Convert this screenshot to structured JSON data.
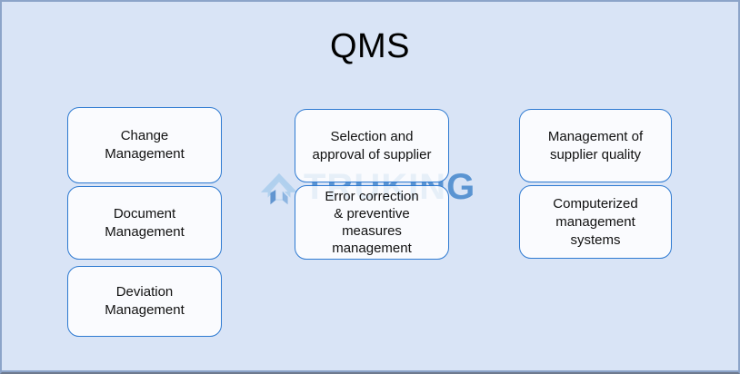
{
  "title": "QMS",
  "watermark": {
    "text": "TRUKING",
    "icon": "truking-logo",
    "color": "#2874c4"
  },
  "colors": {
    "page_background": "#d9e4f6",
    "frame_border": "#8ca4c9",
    "frame_border_bottom": "#6e7a8e",
    "box_border": "#2e7ad1",
    "box_fill": "#ffffff",
    "title_text": "#000000",
    "box_text": "#111111",
    "watermark_blue": "#2874c4",
    "watermark_light_blue": "#aecfed"
  },
  "columns": [
    {
      "name": "left",
      "boxes": [
        {
          "label": "Change\nManagement"
        },
        {
          "label": "Document\nManagement"
        },
        {
          "label": "Deviation\nManagement"
        }
      ]
    },
    {
      "name": "middle",
      "boxes": [
        {
          "label": "Selection and\napproval of supplier"
        },
        {
          "label": "Error correction\n& preventive\nmeasures\nmanagement"
        }
      ]
    },
    {
      "name": "right",
      "boxes": [
        {
          "label": "Management of\nsupplier quality"
        },
        {
          "label": "Computerized\nmanagement\nsystems"
        }
      ]
    }
  ]
}
